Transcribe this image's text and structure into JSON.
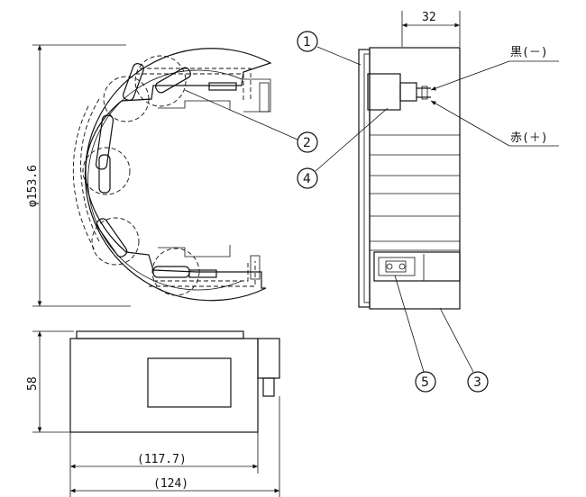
{
  "dimensions": {
    "width_32": "32",
    "diameter": "φ153.6",
    "height_58": "58",
    "inner_width": "(117.7)",
    "outer_width": "(124)"
  },
  "wires": {
    "black_label": "黒(－)",
    "red_label": "赤(＋)"
  },
  "callouts": [
    "1",
    "2",
    "3",
    "4",
    "5"
  ]
}
